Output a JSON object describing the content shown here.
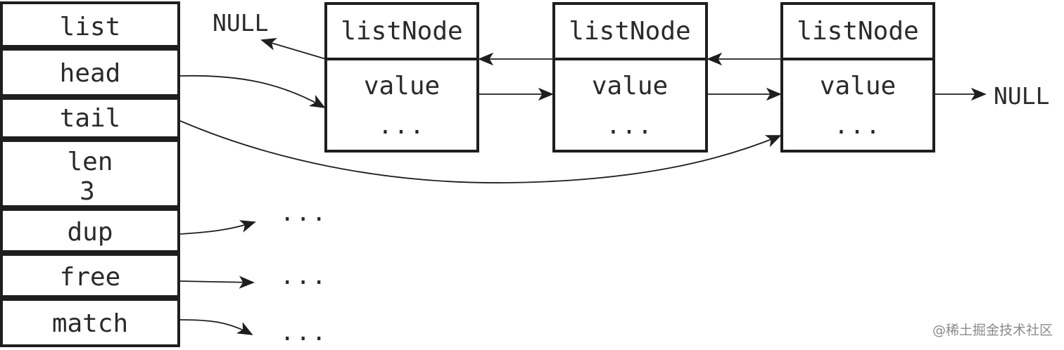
{
  "list_struct": {
    "header": "list",
    "fields": {
      "head": "head",
      "tail": "tail",
      "len_label": "len",
      "len_value": "3",
      "dup": "dup",
      "free": "free",
      "match": "match"
    }
  },
  "nodes": [
    {
      "title": "listNode",
      "value": "value",
      "more": "..."
    },
    {
      "title": "listNode",
      "value": "value",
      "more": "..."
    },
    {
      "title": "listNode",
      "value": "value",
      "more": "..."
    }
  ],
  "null_left": "NULL",
  "null_right": "NULL",
  "ellipsis": {
    "dup": "...",
    "free": "...",
    "match": "..."
  },
  "watermark": "@稀土掘金技术社区",
  "colors": {
    "stroke": "#1e1e1e",
    "text": "#2a2a2a",
    "watermark": "#8a8a8a",
    "background": "#ffffff"
  }
}
